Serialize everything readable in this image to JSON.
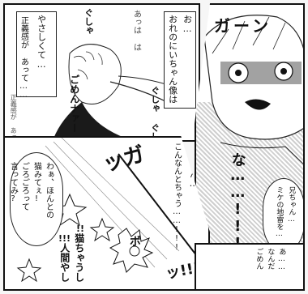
{
  "text": {
    "narration_1": "やさしくて…",
    "narration_2": "正義感が あって……",
    "narration_3": "正義感が あって……",
    "scribble": "あっは は",
    "sfx_gusha_1": "ぐしゃ ぐしゃ",
    "sfx_gusha_2": "ぐしゃ ぐしゃ",
    "apology": "ごめんナァー",
    "thought_1": "お…",
    "thought_2": "おれのにいちゃん像は",
    "konnan": "こんなん…",
    "konnan_2": "こんなんとちゃう……!!!",
    "gaaan": "ガーン",
    "na": "な……!!!",
    "nii_1": "兄ちゃん…",
    "nii_2": "ミケの地雷を…",
    "aa": "あ……",
    "nandaka": "なんだ",
    "gomen": "ごめん",
    "sfx_ga": "ッガ",
    "sfx_pon": "ボ",
    "sfx_tsu": "ッ!!!",
    "waa": "わぁ、ほんとの",
    "neko": "猫みてぇ!",
    "goro": "ごろごろって",
    "itte": "言ってみ?",
    "neko_chan": "猫ちゃうし",
    "ningen": "人間やし",
    "excl_1": "!!",
    "excl_2": "!!!"
  }
}
